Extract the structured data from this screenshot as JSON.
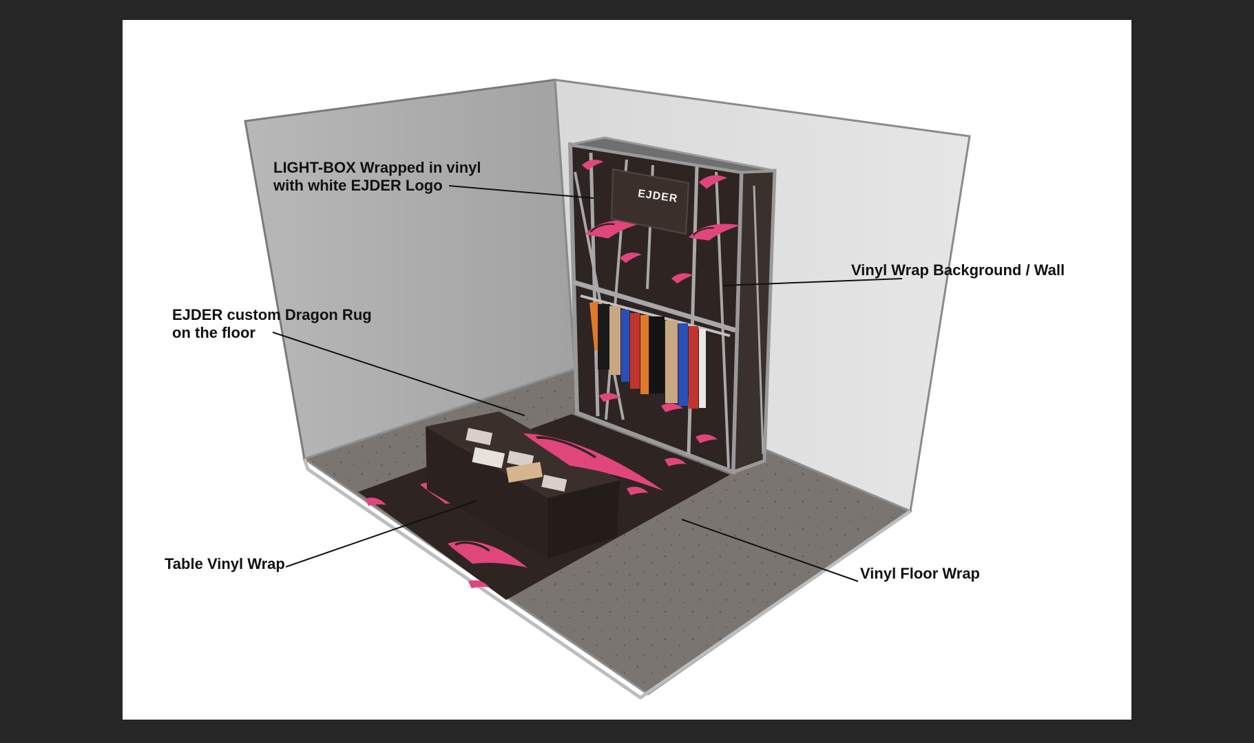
{
  "colors": {
    "background": "#262626",
    "canvas": "#ffffff",
    "left_wall": "#a9a9a9",
    "back_wall": "#dcdcdc",
    "floor": "#7a7571",
    "vinyl": "#2e2522",
    "dragon_pink": "#e0457b",
    "frame": "#9a9a9a"
  },
  "icons": {
    "booth": "retail-booth-3d-render",
    "logo": "ejder-logo"
  },
  "lightbox_logo": "EJDER",
  "callouts": {
    "lightbox": {
      "line1": "LIGHT-BOX Wrapped in vinyl",
      "line2": "with white EJDER Logo"
    },
    "rug": {
      "line1": "EJDER custom Dragon Rug",
      "line2": "on the floor"
    },
    "wall": {
      "text": "Vinyl Wrap Background / Wall"
    },
    "table": {
      "text": "Table Vinyl Wrap"
    },
    "floor": {
      "text": "Vinyl Floor Wrap"
    }
  }
}
